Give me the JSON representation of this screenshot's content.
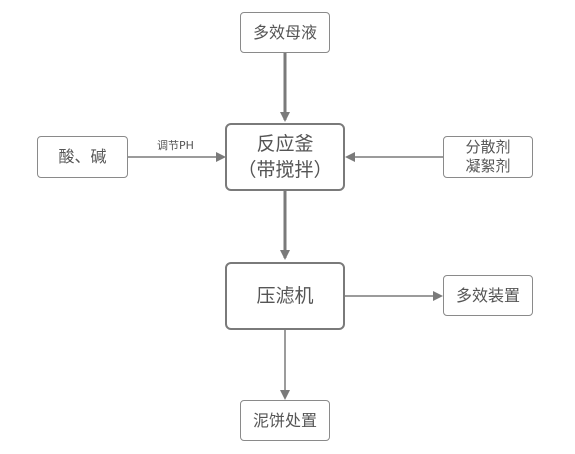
{
  "nodes": {
    "mother_liquor": "多效母液",
    "reactor_line1": "反应釜",
    "reactor_line2": "（带搅拌）",
    "acid_base": "酸、碱",
    "dispersant_line1": "分散剂",
    "dispersant_line2": "凝絮剂",
    "filter_press": "压滤机",
    "multi_effect": "多效装置",
    "cake_disposal": "泥饼处置"
  },
  "edges": {
    "adjust_ph": "调节PH"
  },
  "colors": {
    "line": "#7a7a7a",
    "text": "#555555",
    "border": "#8a8a8a"
  }
}
